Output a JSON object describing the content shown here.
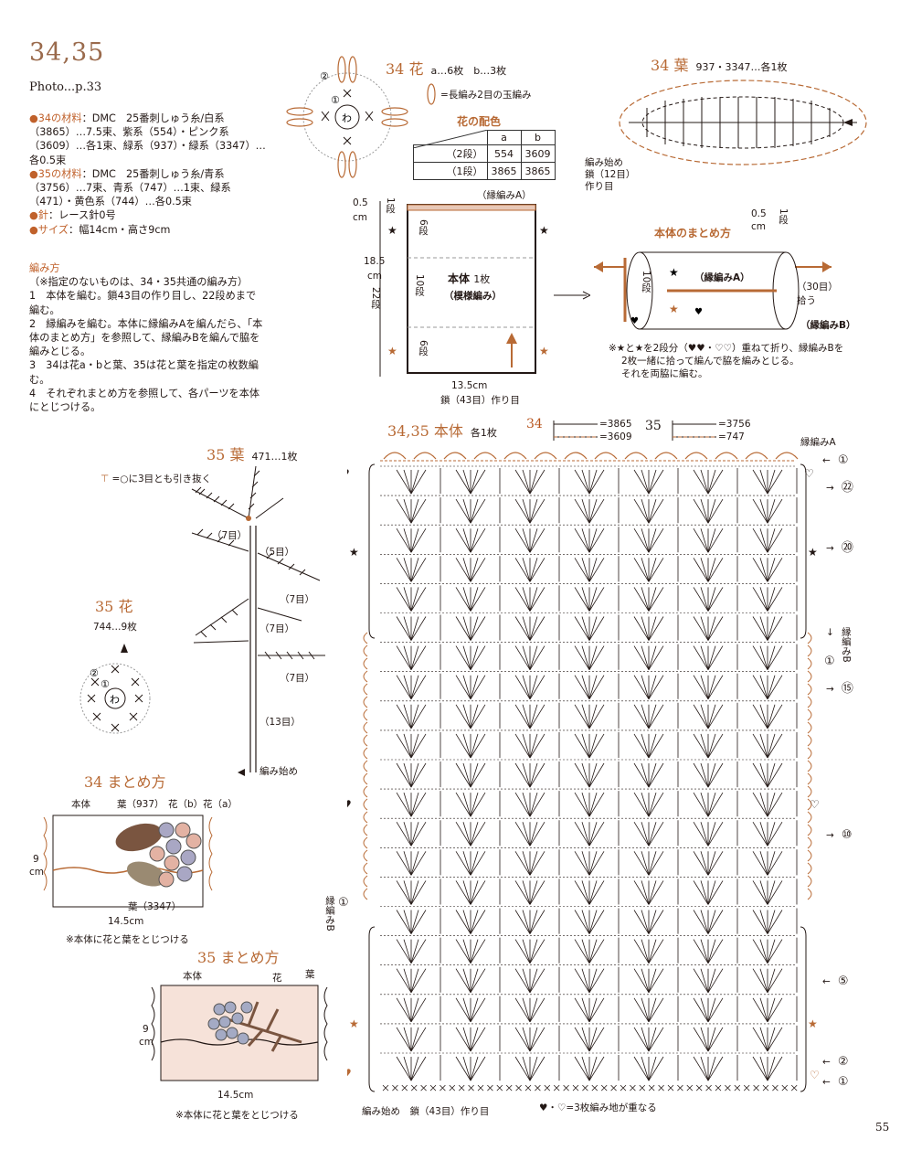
{
  "header": {
    "title": "34,35",
    "photo_ref": "Photo...p.33",
    "page_number": "55"
  },
  "materials": {
    "m34_label": "●34の材料",
    "m34_text": "：DMC　25番刺しゅう糸/白系（3865）…7.5束、紫系（554）・ピンク系（3609）…各1束、緑系（937）・緑系（3347）…各0.5束",
    "m35_label": "●35の材料",
    "m35_text": "：DMC　25番刺しゅう糸/青系（3756）…7束、青系（747）…1束、緑系（471）・黄色系（744）…各0.5束",
    "needle_label": "●針",
    "needle_text": "：レース針0号",
    "size_label": "●サイズ",
    "size_text": "：幅14cm・高さ9cm"
  },
  "instructions": {
    "heading": "編み方",
    "note": "（※指定のないものは、34・35共通の編み方）",
    "steps": [
      "1　本体を編む。鎖43目の作り目し、22段めまで編む。",
      "2　縁編みを編む。本体に縁編みAを編んだら、「本体のまとめ方」を参照して、縁編みBを編んで脇を編みとじる。",
      "3　34は花a・bと葉、35は花と葉を指定の枚数編む。",
      "4　それぞれまとめ方を参照して、各パーツを本体にとじつける。"
    ]
  },
  "flower34": {
    "title": "34 花",
    "count": "a…6枚　b…3枚",
    "legend": "=長編み2目の玉編み",
    "ring": "わ",
    "r1": "①",
    "r2": "②"
  },
  "color_table": {
    "title": "花の配色",
    "headers": [
      "",
      "a",
      "b"
    ],
    "rows": [
      [
        "（2段）",
        "554",
        "3609"
      ],
      [
        "（1段）",
        "3865",
        "3865"
      ]
    ]
  },
  "leaf34": {
    "title": "34 葉",
    "count": "937・3347…各1枚",
    "start1": "編み始め",
    "start2": "鎖（12目）",
    "start3": "作り目"
  },
  "body_schematic": {
    "edging_a": "（縁編みA）",
    "dim_05": "0.5",
    "dim_cm": "cm",
    "rows_1": "1段",
    "rows_6": "6段",
    "rows_10": "10段",
    "rows_22": "22段",
    "height": "18.5",
    "body_label": "本体",
    "body_count": "1枚",
    "body_pattern": "（模様編み）",
    "width": "13.5cm",
    "chain": "鎖（43目）作り目"
  },
  "assembly": {
    "title": "本体のまとめ方",
    "dim_05": "0.5",
    "dim_cm": "cm",
    "rows_1": "1段",
    "rows_10": "10段",
    "edging_a": "（縁編みA）",
    "edging_b": "（縁編みB）",
    "pickup": "（30目）拾う",
    "note1": "※★と★を2段分（♥♥・♡♡）重ねて折り、縁編みBを",
    "note2": "2枚一緒に拾って編んで脇を編みとじる。",
    "note3": "それを両脇に編む。"
  },
  "leaf35": {
    "title": "35 葉",
    "count": "471…1枚",
    "legend": "=○に3目とも引き抜く",
    "l7a": "（7目）",
    "l5": "（5目）",
    "l7b": "（7目）",
    "l7c": "（7目）",
    "l7d": "（7目）",
    "l13": "（13目）",
    "start": "編み始め"
  },
  "flower35": {
    "title": "35 花",
    "count": "744…9枚",
    "ring": "わ",
    "r1": "①",
    "r2": "②"
  },
  "assembly34": {
    "title": "34 まとめ方",
    "body": "本体",
    "leaf937": "葉（937）",
    "flower_b": "花（b）",
    "flower_a": "花（a）",
    "leaf3347": "葉（3347）",
    "h": "9",
    "cm": "cm",
    "w": "14.5cm",
    "note": "※本体に花と葉をとじつける"
  },
  "assembly35": {
    "title": "35 まとめ方",
    "body": "本体",
    "flower": "花",
    "leaf": "葉",
    "h": "9",
    "cm": "cm",
    "w": "14.5cm",
    "note": "※本体に花と葉をとじつける"
  },
  "chart": {
    "title": "34,35 本体",
    "count": "各1枚",
    "c34": "34",
    "c34a": "=3865",
    "c34b": "=3609",
    "c35": "35",
    "c35a": "=3756",
    "c35b": "=747",
    "edging_a": "縁編みA",
    "edging_b": "縁編みB",
    "row1": "①",
    "row2": "②",
    "row5": "⑤",
    "row10": "⑩",
    "row15": "⑮",
    "row20": "⑳",
    "row22": "㉒",
    "start": "編み始め　鎖（43目）作り目",
    "overlap_note": "♥・♡=3枚編み地が重なる"
  },
  "colors": {
    "accent": "#b86a35",
    "brown": "#9a6a4c",
    "pink_bg": "#f6e2d9",
    "blue": "#6e7fa3"
  }
}
